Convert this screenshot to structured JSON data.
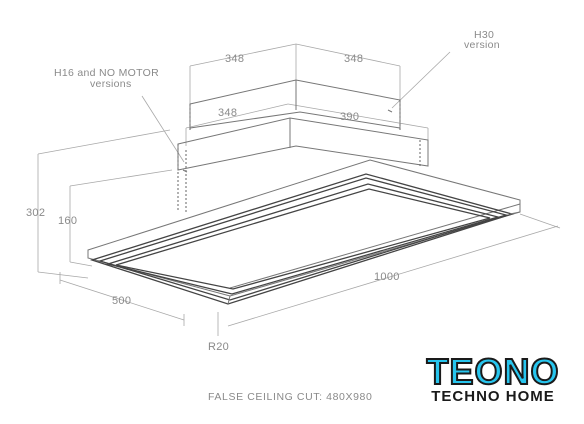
{
  "diagram": {
    "dimensions": {
      "top_width_left": "348",
      "top_width_right": "348",
      "mid_width_left": "348",
      "mid_width_right": "390",
      "total_height": "302",
      "body_height": "160",
      "length": "1000",
      "depth": "500",
      "radius": "R20"
    },
    "notes": {
      "h30_line1": "H30",
      "h30_line2": "version",
      "h16_line1": "H16 and NO MOTOR",
      "h16_line2": "versions"
    },
    "caption": "FALSE CEILING CUT: 480X980"
  },
  "logo": {
    "word": "TEONO",
    "subtitle": "TECHNO HOME",
    "colors": {
      "fill": "#27c5ee",
      "outline": "#1a1a1a"
    }
  }
}
